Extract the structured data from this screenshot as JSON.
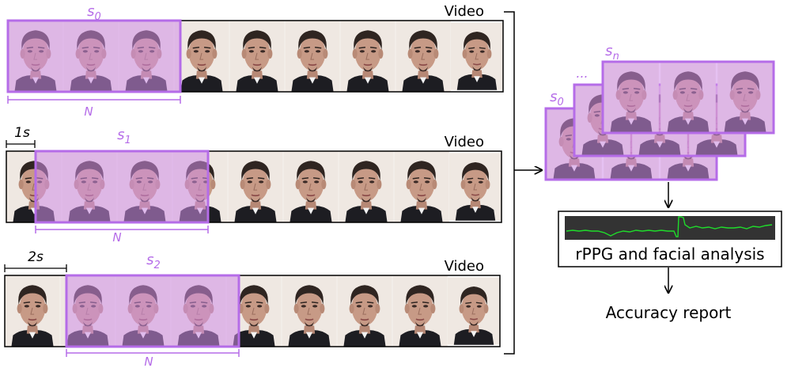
{
  "rows": [
    {
      "video_label": "Video",
      "segment_symbol": "s",
      "segment_sub": "0",
      "window_label": "N",
      "offset_label": ""
    },
    {
      "video_label": "Video",
      "segment_symbol": "s",
      "segment_sub": "1",
      "window_label": "N",
      "offset_label": "1s"
    },
    {
      "video_label": "Video",
      "segment_symbol": "s",
      "segment_sub": "2",
      "window_label": "N",
      "offset_label": "2s"
    }
  ],
  "stack": {
    "labels": [
      {
        "symbol": "s",
        "sub": "0"
      },
      {
        "symbol": "...",
        "sub": ""
      },
      {
        "symbol": "s",
        "sub": "n"
      }
    ]
  },
  "analysis_box_label": "rPPG and facial analysis",
  "result_label": "Accuracy report",
  "colors": {
    "segment": "#b56ce8",
    "segment_fill": "#cf8ee8",
    "signal_bg": "#333333",
    "signal_line": "#1fdc2b",
    "frame_bg": "#efe8e2",
    "hair": "#2f2521",
    "skin": "#c79a86",
    "jacket": "#1d1d22"
  }
}
